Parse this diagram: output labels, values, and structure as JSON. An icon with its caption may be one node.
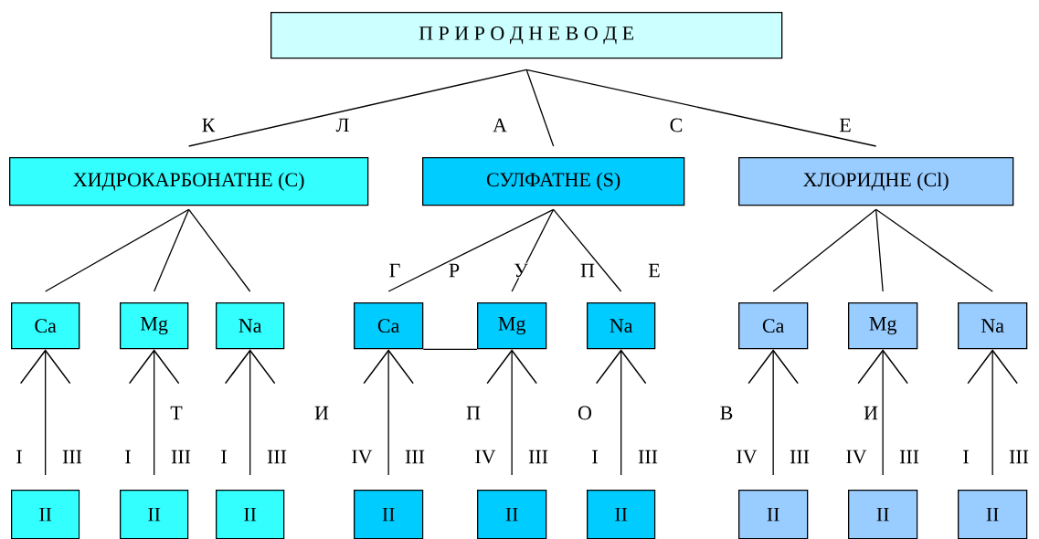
{
  "diagram": {
    "nodes": [
      {
        "text": [
          "П Р И Р О Д Н Е   В О Д Е"
        ]
      },
      {
        "text": [
          "ХИДРОКАРБОНАТНЕ (C)"
        ]
      },
      {
        "text": [
          "СУЛФАТНЕ (S)"
        ]
      },
      {
        "text": [
          "ХЛОРИДНЕ (Cl)"
        ]
      },
      {
        "text": [
          "Ca"
        ]
      },
      {
        "text": [
          "Mg"
        ]
      },
      {
        "text": [
          "Na"
        ]
      },
      {
        "text": [
          "Ca"
        ]
      },
      {
        "text": [
          "Mg"
        ]
      },
      {
        "text": [
          "Na"
        ]
      },
      {
        "text": [
          "Ca"
        ]
      },
      {
        "text": [
          "Mg"
        ]
      },
      {
        "text": [
          "Na"
        ]
      },
      {
        "text": [
          "II"
        ]
      },
      {
        "text": [
          "II"
        ]
      },
      {
        "text": [
          "II"
        ]
      },
      {
        "text": [
          "II"
        ]
      },
      {
        "text": [
          "II"
        ]
      },
      {
        "text": [
          "II"
        ]
      },
      {
        "text": [
          "II"
        ]
      },
      {
        "text": [
          "II"
        ]
      },
      {
        "text": [
          "II"
        ]
      }
    ],
    "edges": [
      {
        "from": 0,
        "to": 1,
        "arrow": "none"
      },
      {
        "from": 0,
        "to": 2,
        "arrow": "none"
      },
      {
        "from": 0,
        "to": 3,
        "arrow": "none"
      },
      {
        "from": 1,
        "to": 4,
        "arrow": "none"
      },
      {
        "from": 1,
        "to": 5,
        "arrow": "none"
      },
      {
        "from": 1,
        "to": 6,
        "arrow": "none"
      },
      {
        "from": 2,
        "to": 7,
        "arrow": "none"
      },
      {
        "from": 2,
        "to": 8,
        "arrow": "none"
      },
      {
        "from": 2,
        "to": 9,
        "arrow": "none"
      },
      {
        "from": 3,
        "to": 10,
        "arrow": "none"
      },
      {
        "from": 3,
        "to": 11,
        "arrow": "none"
      },
      {
        "from": 3,
        "to": 12,
        "arrow": "none"
      },
      {
        "from": 7,
        "to": 8,
        "arrow": "none"
      },
      {
        "from": 13,
        "to": 4,
        "arrow": "to"
      },
      {
        "from": 14,
        "to": 5,
        "arrow": "to"
      },
      {
        "from": 15,
        "to": 6,
        "arrow": "to"
      },
      {
        "from": 16,
        "to": 7,
        "arrow": "to"
      },
      {
        "from": 17,
        "to": 8,
        "arrow": "to"
      },
      {
        "from": 18,
        "to": 9,
        "arrow": "to"
      },
      {
        "from": 19,
        "to": 10,
        "arrow": "to"
      },
      {
        "from": 20,
        "to": 11,
        "arrow": "to"
      },
      {
        "from": 21,
        "to": 12,
        "arrow": "to"
      }
    ],
    "labels": [
      "К",
      "Л",
      "А",
      "С",
      "Е",
      "Г",
      "Р",
      "У",
      "П",
      "Е",
      "Т",
      "И",
      "П",
      "О",
      "В",
      "И",
      "I",
      "III",
      "I",
      "III",
      "I",
      "III",
      "IV",
      "III",
      "IV",
      "III",
      "I",
      "III",
      "IV",
      "III",
      "IV",
      "III",
      "I",
      "III"
    ]
  }
}
